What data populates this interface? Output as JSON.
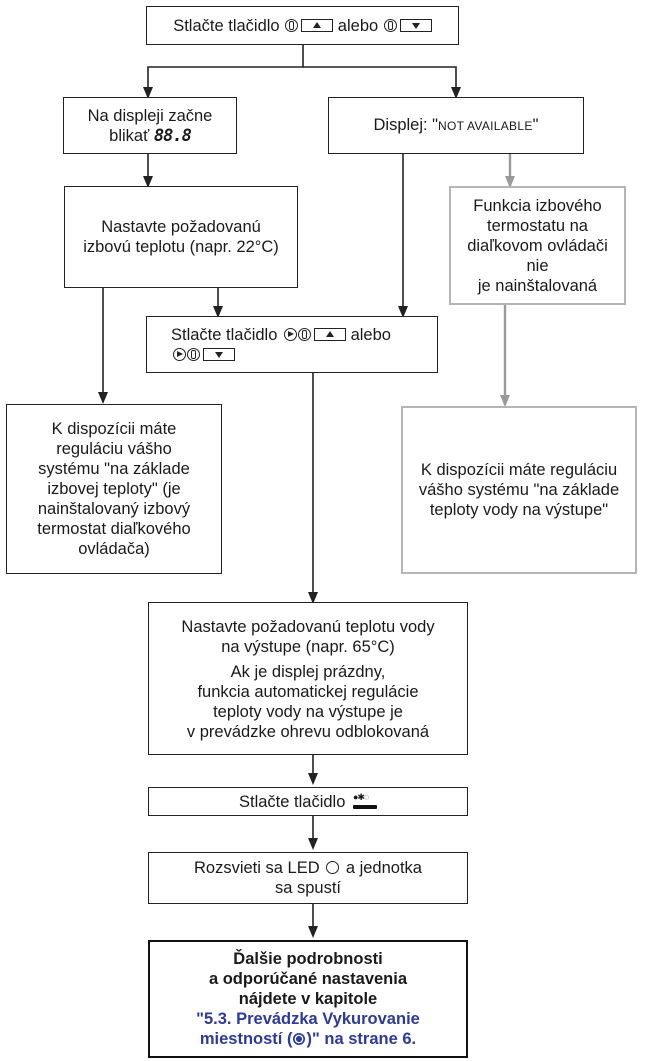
{
  "step1": {
    "prefix": "Stlačte tlačidlo",
    "or": "alebo"
  },
  "step_blink": {
    "line1": "Na displeji začne",
    "line2": "blikať",
    "display_value": "88.8"
  },
  "step_not_avail": {
    "prefix": "Displej: \"",
    "message": "NOT AVAILABLE",
    "suffix": "\""
  },
  "step_set_room": {
    "line1": "Nastavte požadovanú",
    "line2": "izbovú teplotu (napr. 22°C)"
  },
  "step_not_installed": {
    "lines": [
      "Funkcia izbového",
      "termostatu na",
      "diaľkovom ovládači nie",
      "je nainštalovaná"
    ]
  },
  "step_press2": {
    "prefix": "Stlačte tlačidlo",
    "or": "alebo"
  },
  "result_room": {
    "lines": [
      "K dispozícii máte",
      "reguláciu vášho",
      "systému \"na základe",
      "izbovej teploty\" (je",
      "nainštalovaný izbový",
      "termostat diaľkového",
      "ovládača)"
    ]
  },
  "result_water": {
    "lines": [
      "K dispozícii máte reguláciu",
      "vášho systému \"na základe",
      "teploty vody na výstupe\""
    ]
  },
  "step_set_water": {
    "lines1": [
      "Nastavte požadovanú teplotu vody",
      "na výstupe (napr. 65°C)"
    ],
    "lines2": [
      "Ak je displej prázdny,",
      "funkcia automatickej regulácie",
      "teploty vody na výstupe je",
      "v prevádzke ohrevu odblokovaná"
    ]
  },
  "step_press3": {
    "prefix": "Stlačte tlačidlo"
  },
  "step_led": {
    "line1a": "Rozsvieti sa LED",
    "line1b": "a jednotka",
    "line2": "sa spustí"
  },
  "final": {
    "lines": [
      "Ďalšie podrobnosti",
      "a odporúčané nastavenia",
      "nájdete v kapitole"
    ],
    "link1": "\"5.3. Prevádzka Vykurovanie",
    "link2a": "miestností (",
    "link2b": ")\" na strane 6."
  },
  "colors": {
    "line": "#222222",
    "gray": "#b4b4b4",
    "link": "#2c3a9e"
  },
  "icons": [
    "thermostat-sensor-icon",
    "up-key-icon",
    "down-key-icon",
    "play-icon",
    "mode-button-icon",
    "led-icon",
    "sun-icon"
  ]
}
